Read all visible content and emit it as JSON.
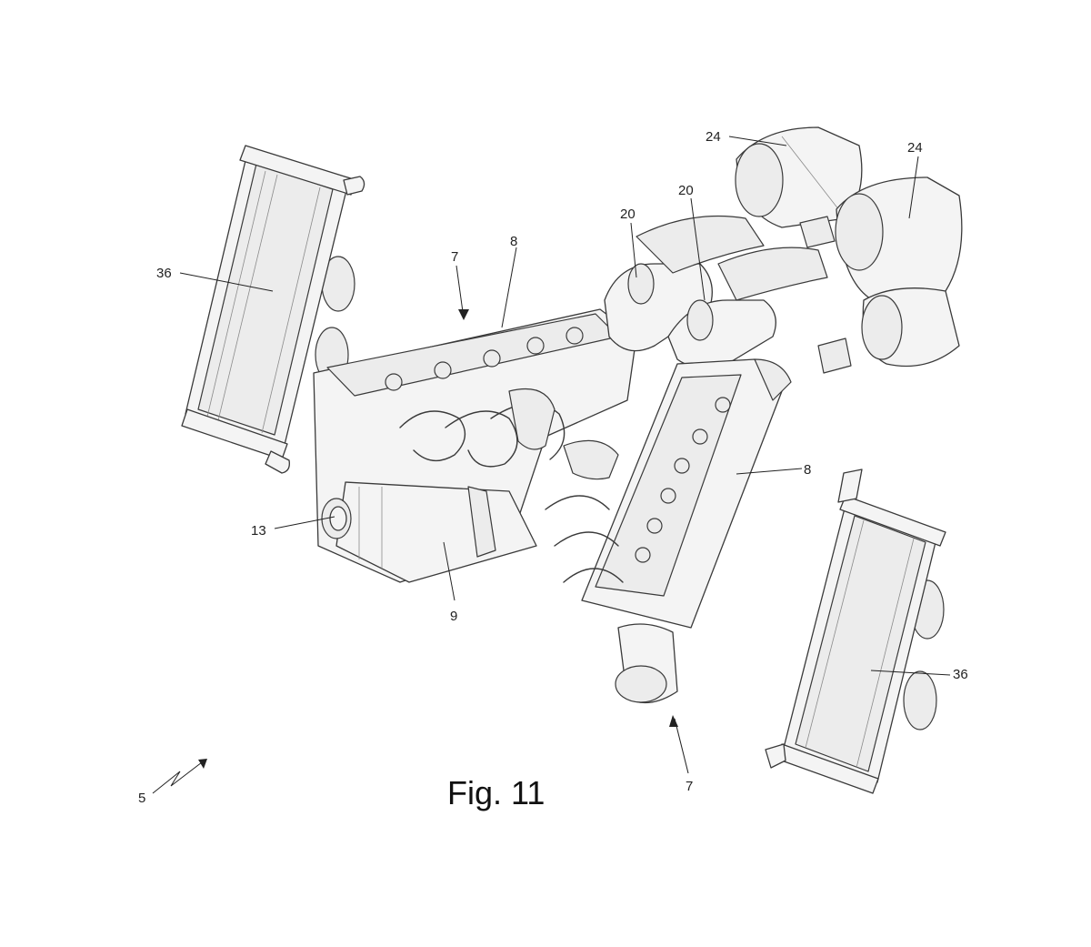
{
  "figure": {
    "caption": "Fig. 11"
  },
  "labels": {
    "system": "5",
    "arrangement_top": "7",
    "arrangement_bottom": "7",
    "head_top": "8",
    "head_right": "8",
    "device_9": "9",
    "device_13": "13",
    "duct_left": "20",
    "duct_right": "20",
    "muffler_left": "24",
    "muffler_right": "24",
    "radiator_left": "36",
    "radiator_right": "36"
  }
}
